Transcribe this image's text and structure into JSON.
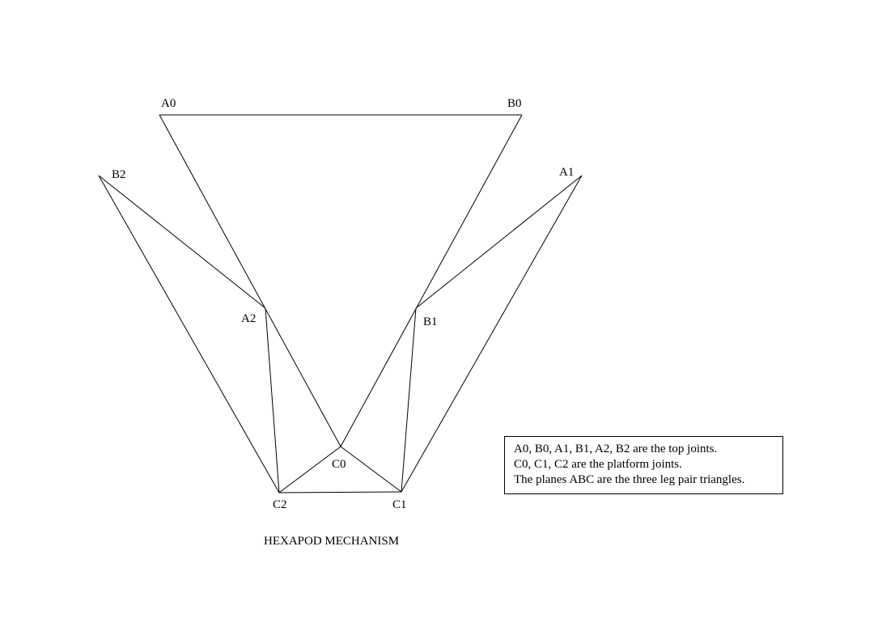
{
  "title": "HEXAPOD MECHANISM",
  "joints": {
    "A0": "A0",
    "B0": "B0",
    "A1": "A1",
    "B1": "B1",
    "A2": "A2",
    "B2": "B2",
    "C0": "C0",
    "C1": "C1",
    "C2": "C2"
  },
  "legend": {
    "line1": "A0, B0, A1, B1, A2, B2 are the top joints.",
    "line2": "C0, C1, C2 are the platform joints.",
    "line3": "The planes ABC are the three leg pair triangles."
  },
  "edges": [
    [
      "A0",
      "B0"
    ],
    [
      "A0",
      "C0"
    ],
    [
      "B0",
      "C0"
    ],
    [
      "B2",
      "A2"
    ],
    [
      "B2",
      "C2"
    ],
    [
      "A2",
      "C2"
    ],
    [
      "A1",
      "B1"
    ],
    [
      "A1",
      "C1"
    ],
    [
      "B1",
      "C1"
    ],
    [
      "C0",
      "C1"
    ],
    [
      "C1",
      "C2"
    ],
    [
      "C2",
      "C0"
    ]
  ]
}
